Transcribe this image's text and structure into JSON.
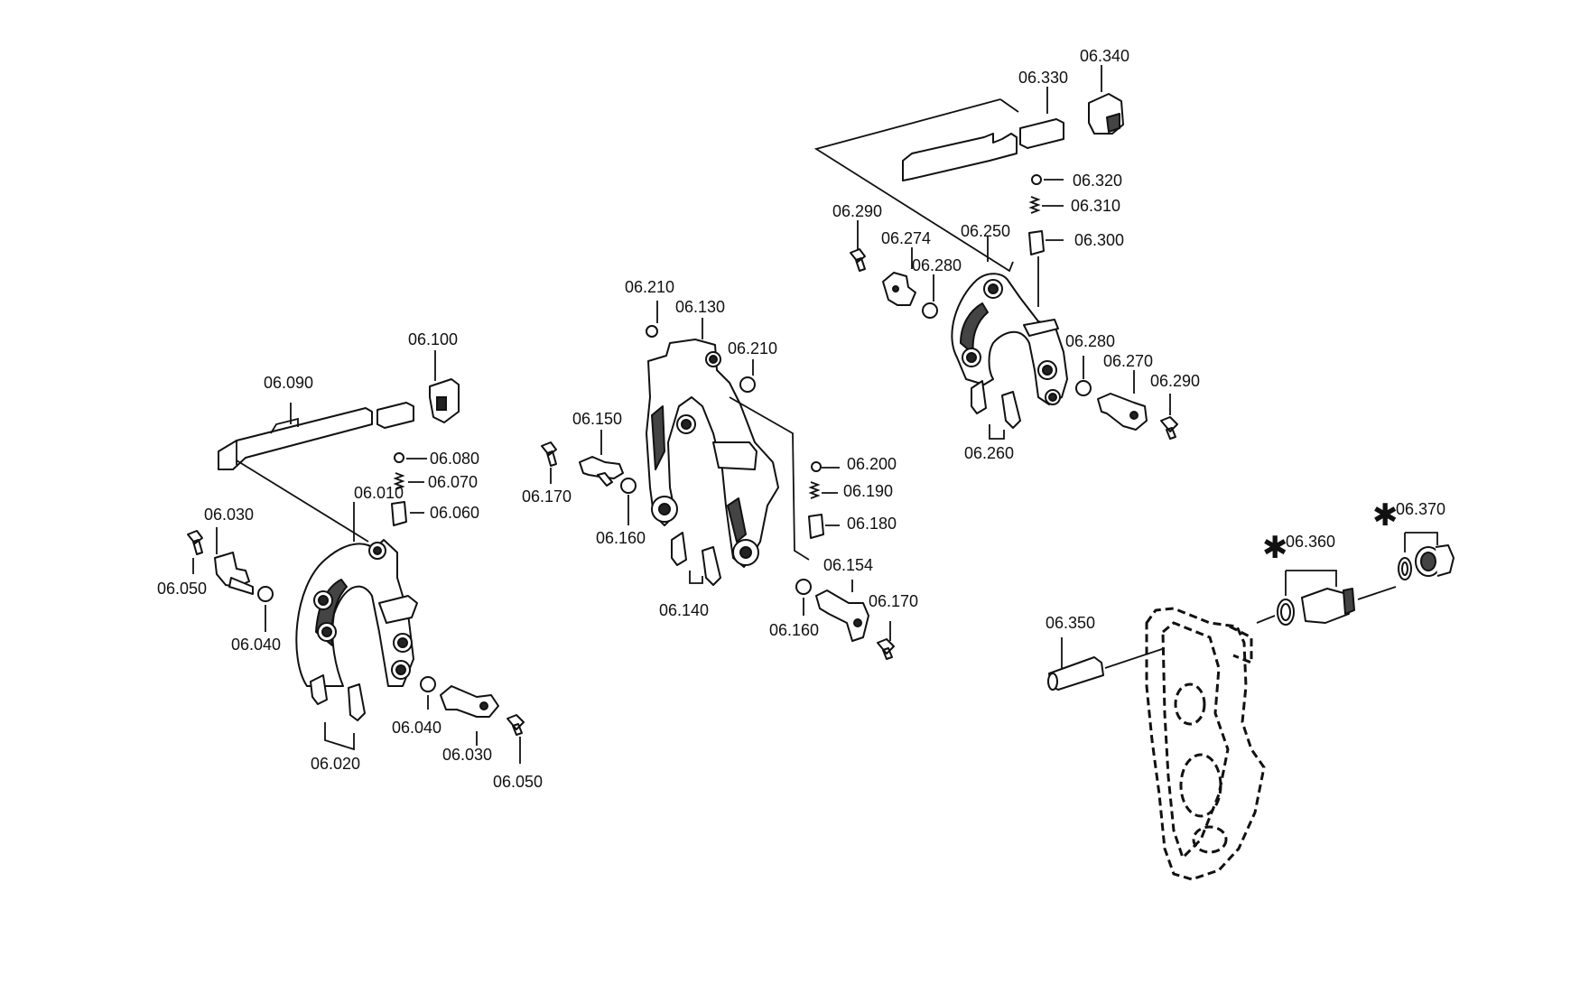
{
  "callouts": {
    "c06010": "06.010",
    "c06020": "06.020",
    "c06030a": "06.030",
    "c06030b": "06.030",
    "c06040a": "06.040",
    "c06040b": "06.040",
    "c06050a": "06.050",
    "c06050b": "06.050",
    "c06060": "06.060",
    "c06070": "06.070",
    "c06080": "06.080",
    "c06090": "06.090",
    "c06100": "06.100",
    "c06130": "06.130",
    "c06140": "06.140",
    "c06150": "06.150",
    "c06154": "06.154",
    "c06160a": "06.160",
    "c06160b": "06.160",
    "c06170a": "06.170",
    "c06170b": "06.170",
    "c06180": "06.180",
    "c06190": "06.190",
    "c06200": "06.200",
    "c06210a": "06.210",
    "c06210b": "06.210",
    "c06250": "06.250",
    "c06260": "06.260",
    "c06270": "06.270",
    "c06274": "06.274",
    "c06280a": "06.280",
    "c06280b": "06.280",
    "c06290a": "06.290",
    "c06290b": "06.290",
    "c06300": "06.300",
    "c06310": "06.310",
    "c06320": "06.320",
    "c06330": "06.330",
    "c06340": "06.340",
    "c06350": "06.350",
    "c06360": "06.360",
    "c06370": "06.370"
  },
  "markers": {
    "star": "✱"
  },
  "icons": {
    "fork": "shift-fork-icon",
    "rail": "shift-rail-icon",
    "detent_ball": "detent-ball-icon",
    "spring": "spring-icon",
    "sleeve": "sleeve-icon",
    "bolt": "bolt-icon",
    "lever": "lever-icon",
    "housing": "housing-cover-icon",
    "switch": "switch-icon"
  }
}
